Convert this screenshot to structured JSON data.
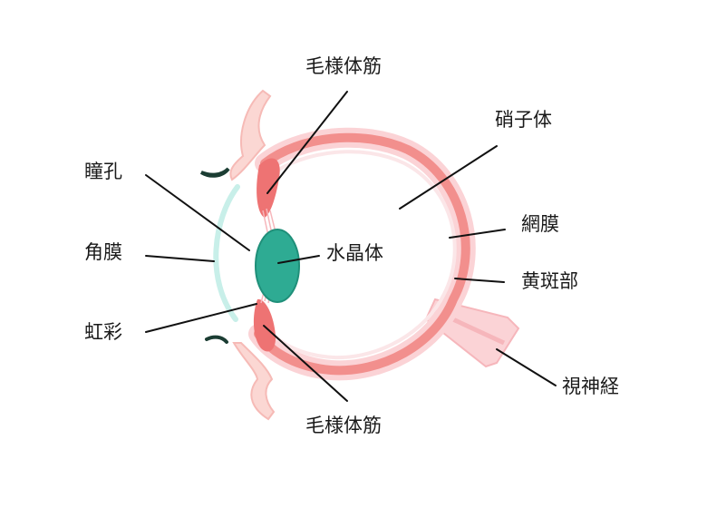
{
  "labels": {
    "ciliary_top": "毛様体筋",
    "vitreous": "硝子体",
    "pupil": "瞳孔",
    "retina": "網膜",
    "cornea": "角膜",
    "lens": "水晶体",
    "macula": "黄斑部",
    "iris": "虹彩",
    "optic_nerve": "視神経",
    "ciliary_bottom": "毛様体筋"
  },
  "colors": {
    "sclera": "#f28f8d",
    "retina_band": "#f9c0c3",
    "eyelid": "#fbd7d3",
    "cornea": "#c8efe9",
    "lens": "#2eab93",
    "lens_edge": "#1f8f79",
    "iris_ciliary": "#ee7373",
    "lash": "#1b3d33",
    "leader_line": "#111111"
  }
}
